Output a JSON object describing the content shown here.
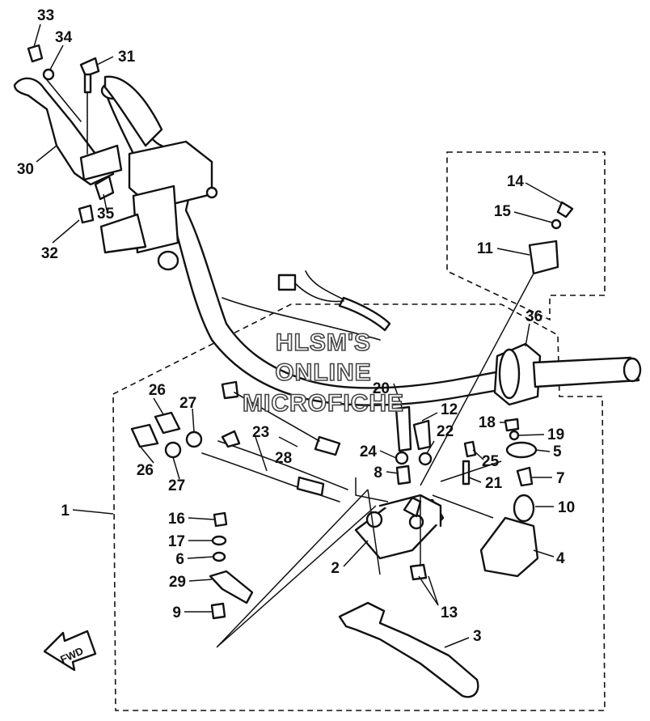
{
  "watermark": {
    "line1": "HLSM'S",
    "line2": "ONLINE",
    "line3": "MICROFICHE"
  },
  "arrow_label": "FWD",
  "callouts": {
    "c1": "1",
    "c2": "2",
    "c3": "3",
    "c4": "4",
    "c5": "5",
    "c6": "6",
    "c7": "7",
    "c8": "8",
    "c9": "9",
    "c10": "10",
    "c11": "11",
    "c12": "12",
    "c13": "13",
    "c14": "14",
    "c15": "15",
    "c16": "16",
    "c17": "17",
    "c18": "18",
    "c19": "19",
    "c20": "20",
    "c21": "21",
    "c22": "22",
    "c23": "23",
    "c24": "24",
    "c25": "25",
    "c26a": "26",
    "c26b": "26",
    "c27a": "27",
    "c27b": "27",
    "c28": "28",
    "c29": "29",
    "c30": "30",
    "c31": "31",
    "c32": "32",
    "c33": "33",
    "c34": "34",
    "c35": "35",
    "c36": "36"
  }
}
